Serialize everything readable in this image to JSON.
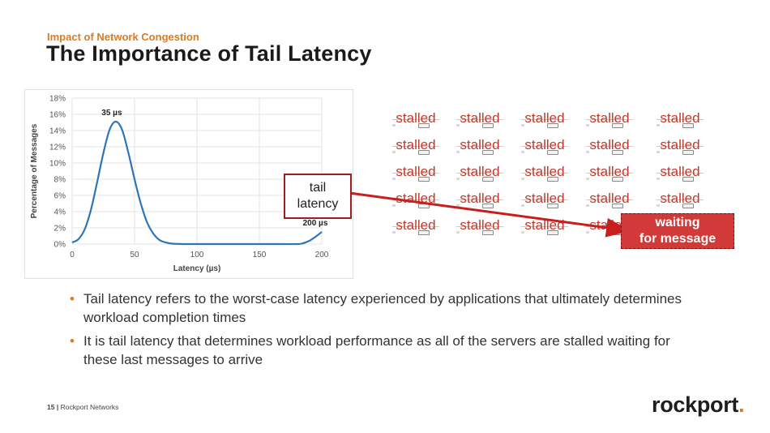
{
  "slide": {
    "subtitle": "Impact of Network Congestion",
    "title": "The Importance of Tail Latency",
    "bullets": [
      "Tail latency refers to the worst-case latency experienced by applications that ultimately determines workload completion times",
      "It is tail latency that determines workload performance as all of the servers are stalled waiting for these last messages to arrive"
    ],
    "footer_page": "15",
    "footer_sep": "|",
    "footer_org": "Rockport Networks",
    "logo_text": "rockport",
    "logo_dot": "."
  },
  "callouts": {
    "tail_latency": "tail latency",
    "waiting": "waiting for message"
  },
  "servers": {
    "label": "stalled",
    "rows": 5,
    "cols": 5,
    "waiting_position": {
      "row": 4,
      "col": 4
    }
  },
  "colors": {
    "accent_orange": "#e07a1f",
    "curve_blue": "#2e75b6",
    "stalled_red": "#c0392b",
    "callout_border": "#a11d1d",
    "waiting_fill": "#d23a3a"
  },
  "chart_data": {
    "type": "line",
    "title": "",
    "xlabel": "Latency (µs)",
    "ylabel": "Percentage of Messages",
    "xlim": [
      0,
      200
    ],
    "ylim": [
      0,
      18
    ],
    "x_ticks": [
      0,
      50,
      100,
      150,
      200
    ],
    "x_tick_labels": [
      "0",
      "50",
      "100",
      "150",
      "200"
    ],
    "y_ticks": [
      0,
      2,
      4,
      6,
      8,
      10,
      12,
      14,
      16,
      18
    ],
    "y_tick_labels": [
      "0%",
      "2%",
      "4%",
      "6%",
      "8%",
      "10%",
      "12%",
      "14%",
      "16%",
      "18%"
    ],
    "grid": true,
    "series": [
      {
        "color": "#2e75b6",
        "x": [
          0,
          5,
          10,
          15,
          20,
          25,
          30,
          35,
          40,
          45,
          50,
          55,
          60,
          65,
          70,
          75,
          80,
          90,
          100,
          120,
          140,
          160,
          180,
          185,
          190,
          195,
          200
        ],
        "y": [
          0.2,
          0.6,
          1.8,
          4.2,
          7.6,
          11.2,
          14.1,
          15.1,
          14.1,
          11.3,
          8.0,
          5.0,
          2.7,
          1.3,
          0.5,
          0.2,
          0.05,
          0,
          0,
          0,
          0,
          0,
          0,
          0.1,
          0.4,
          0.9,
          1.5
        ]
      }
    ],
    "annotations": [
      {
        "text": "35 µs",
        "x": 35,
        "y": 15.1
      },
      {
        "text": "200 µs",
        "x": 200,
        "y": 1.5
      }
    ]
  }
}
